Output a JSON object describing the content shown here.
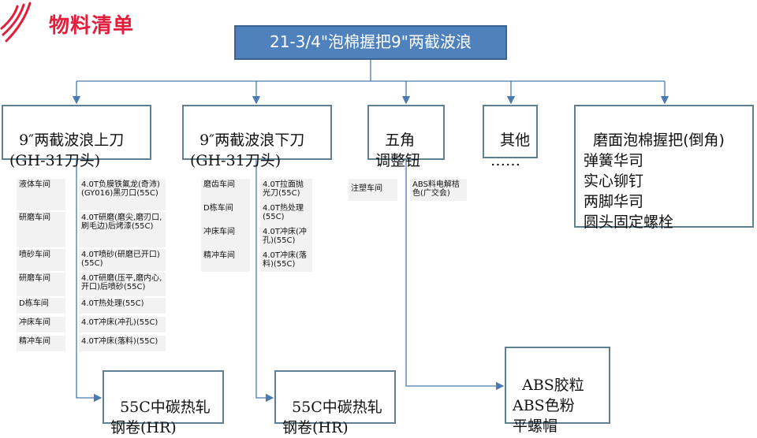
{
  "header": {
    "title": "物料清单"
  },
  "root": {
    "label": "21-3/4\"泡棉握把9\"两截波浪"
  },
  "branches": {
    "upper": {
      "label": "9″两截波浪上刀\n(GH-31刀头)"
    },
    "lower": {
      "label": "9″两截波浪下刀\n(GH-31刀头)"
    },
    "knob": {
      "label": "五角\n调整钮"
    },
    "other": {
      "label": "其他\n……"
    },
    "parts": {
      "label": "磨面泡棉握把(倒角)\n弹簧华司\n实心铆钉\n两脚华司\n圆头固定螺栓"
    }
  },
  "upper_steps": [
    {
      "workshop": "液体车间",
      "process": "4.0T负膜铁氟龙(奇沛)(GY016)黑刃口(55C)"
    },
    {
      "workshop": "研磨车间",
      "process": "4.0T研磨(磨尖,磨刃口,刷毛边)后烤漆(55C)"
    },
    {
      "workshop": "喷砂车间",
      "process": "4.0T喷砂(研磨已开口)(55C)"
    },
    {
      "workshop": "研磨车间",
      "process": "4.0T研磨(压平,磨内心,开口)后喷砂(55C)"
    },
    {
      "workshop": "D栋车间",
      "process": "4.0T热处理(55C)"
    },
    {
      "workshop": "冲床车间",
      "process": "4.0T冲床(冲孔)(55C)"
    },
    {
      "workshop": "精冲车间",
      "process": "4.0T冲床(落料)(55C)"
    }
  ],
  "lower_steps": [
    {
      "workshop": "磨齿车间",
      "process": "4.0T拉面抛光刀(55C)"
    },
    {
      "workshop": "D栋车间",
      "process": "4.0T热处理(55C)"
    },
    {
      "workshop": "冲床车间",
      "process": "4.0T冲床(冲孔)(55C)"
    },
    {
      "workshop": "精冲车间",
      "process": "4.0T冲床(落料)(55C)"
    }
  ],
  "knob_steps": [
    {
      "workshop": "注塑车间",
      "process": "ABS料电解桔色(广交会)"
    }
  ],
  "materials": {
    "upper": "55C中碳热轧\n钢卷(HR)",
    "lower": "55C中碳热轧\n钢卷(HR)",
    "knob": "ABS胶粒\nABS色粉\n平螺帽"
  },
  "colors": {
    "accent": "#e31e3c",
    "root_fill": "#4f81bd",
    "line": "#4a7ab0"
  }
}
